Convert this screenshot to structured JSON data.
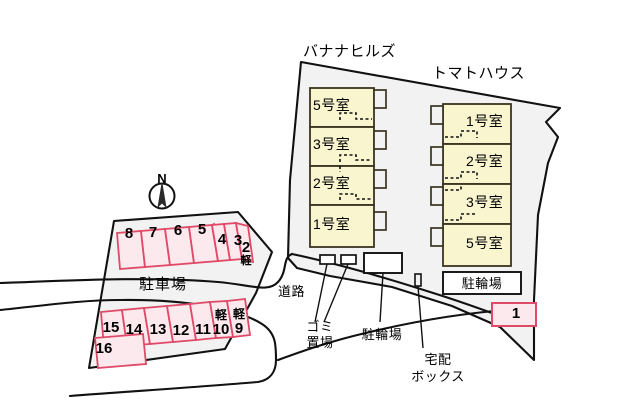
{
  "site": {
    "colors": {
      "site_fill": "#f2f2f2",
      "building_fill": "#f9f5cf",
      "building_stroke": "#3a3420",
      "stall_fill": "#fce9ee",
      "stall_stroke": "#e04a68",
      "outline": "#111111",
      "text": "#000000",
      "white": "#ffffff"
    },
    "buildings": [
      {
        "name_label": "バナナヒルズ",
        "units": [
          "5号室",
          "3号室",
          "2号室",
          "1号室"
        ]
      },
      {
        "name_label": "トマトハウス",
        "units": [
          "1号室",
          "2号室",
          "3号室",
          "5号室"
        ]
      }
    ],
    "facilities": [
      {
        "label": "駐輪場",
        "kind": "bicycle-parking-tomato"
      },
      {
        "label": "駐輪場",
        "kind": "bicycle-parking-banana"
      },
      {
        "label": "ゴミ\n置場",
        "kind": "garbage-area"
      },
      {
        "label": "宅配\nボックス",
        "kind": "delivery-box"
      }
    ],
    "labels": {
      "road": "道路",
      "parking_lot": "駐車場",
      "garbage_line1": "ゴミ",
      "garbage_line2": "置場",
      "bicycle_banana": "駐輪場",
      "bicycle_tomato": "駐輪場",
      "delivery_line1": "宅配",
      "delivery_line2": "ボックス",
      "north": "N"
    },
    "parking": {
      "lot_label": "駐車場",
      "row_top": [
        {
          "number": "8",
          "kei": ""
        },
        {
          "number": "7",
          "kei": ""
        },
        {
          "number": "6",
          "kei": ""
        },
        {
          "number": "5",
          "kei": ""
        },
        {
          "number": "4",
          "kei": ""
        },
        {
          "number": "3",
          "kei": ""
        },
        {
          "number": "2",
          "kei": "軽"
        }
      ],
      "row_bottom": [
        {
          "number": "15",
          "kei": ""
        },
        {
          "number": "14",
          "kei": ""
        },
        {
          "number": "13",
          "kei": ""
        },
        {
          "number": "12",
          "kei": ""
        },
        {
          "number": "11",
          "kei": ""
        },
        {
          "number": "10",
          "kei": "軽"
        },
        {
          "number": "9",
          "kei": "軽"
        }
      ],
      "extra": [
        {
          "number": "16",
          "kei": ""
        }
      ],
      "detached": [
        {
          "number": "1",
          "kei": ""
        }
      ]
    }
  }
}
